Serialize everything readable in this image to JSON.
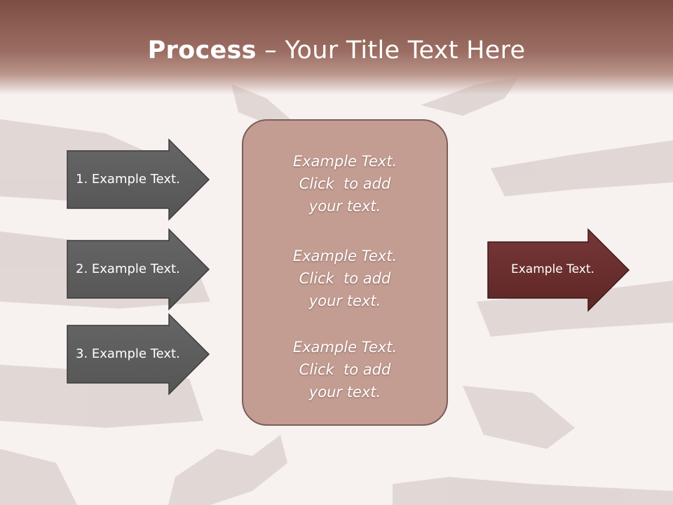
{
  "slide": {
    "title_bold": "Process",
    "title_rest": " – Your Title Text Here"
  },
  "left_arrows": [
    {
      "label": "1. Example Text."
    },
    {
      "label": "2. Example Text."
    },
    {
      "label": "3. Example Text."
    }
  ],
  "center_box": {
    "blocks": [
      {
        "line1": "Example Text.",
        "line2": "Click  to add",
        "line3": "your text."
      },
      {
        "line1": "Example Text.",
        "line2": "Click  to add",
        "line3": "your text."
      },
      {
        "line1": "Example Text.",
        "line2": "Click  to add",
        "line3": "your text."
      }
    ]
  },
  "right_arrow": {
    "label": "Example Text."
  },
  "colors": {
    "title_band": "#7b4e44",
    "left_arrow_fill": "#5e5e5e",
    "center_box_fill": "#c49d92",
    "right_arrow_fill": "#6b2e2e"
  }
}
